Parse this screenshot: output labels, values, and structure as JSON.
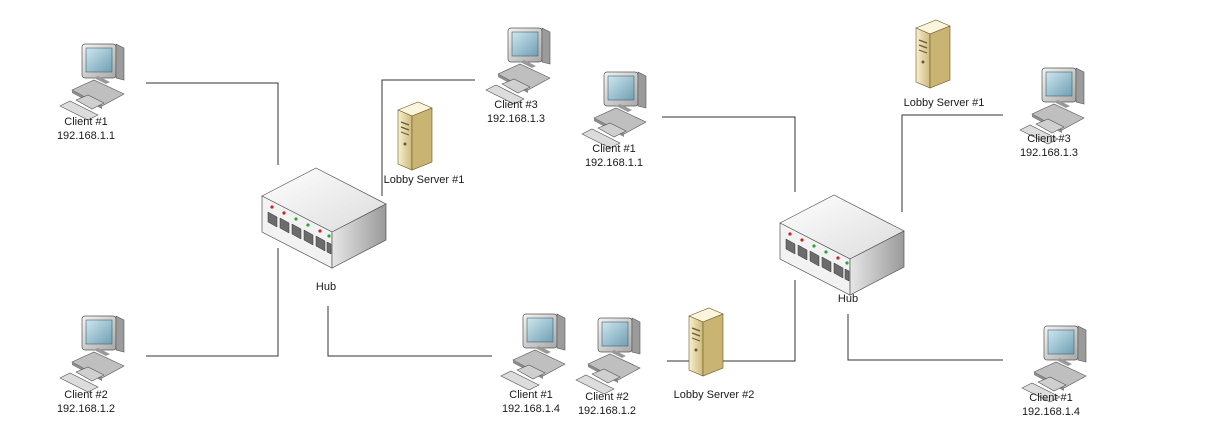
{
  "nodes": {
    "left_client1": {
      "name": "Client #1",
      "ip": "192.168.1.1",
      "icon": "computer-icon"
    },
    "left_client2": {
      "name": "Client #2",
      "ip": "192.168.1.2",
      "icon": "computer-icon"
    },
    "left_client3": {
      "name": "Client #3",
      "ip": "192.168.1.3",
      "icon": "computer-icon"
    },
    "left_lobby1": {
      "name": "Lobby Server #1",
      "icon": "server-icon"
    },
    "left_hub": {
      "name": "Hub",
      "icon": "hub-icon"
    },
    "bottom_client1": {
      "name": "Client #1",
      "ip": "192.168.1.4",
      "icon": "computer-icon"
    },
    "bottom_client2": {
      "name": "Client #2",
      "ip": "192.168.1.2",
      "icon": "computer-icon"
    },
    "lobby2": {
      "name": "Lobby Server #2",
      "icon": "server-icon"
    },
    "right_client1": {
      "name": "Client #1",
      "ip": "192.168.1.1",
      "icon": "computer-icon"
    },
    "right_hub": {
      "name": "Hub",
      "icon": "hub-icon"
    },
    "right_lobby1": {
      "name": "Lobby Server #1",
      "icon": "server-icon"
    },
    "right_client3": {
      "name": "Client #3",
      "ip": "192.168.1.3",
      "icon": "computer-icon"
    },
    "right_client4": {
      "name": "Client #1",
      "ip": "192.168.1.4",
      "icon": "computer-icon"
    }
  },
  "colors": {
    "wire": "#333333",
    "computer_body": "#d9d9d9",
    "screen": "#8fb8c8",
    "server_body": "#efe2b4",
    "hub_body": "#eeeeee",
    "led_red": "#cc2222",
    "led_green": "#22aa33"
  }
}
